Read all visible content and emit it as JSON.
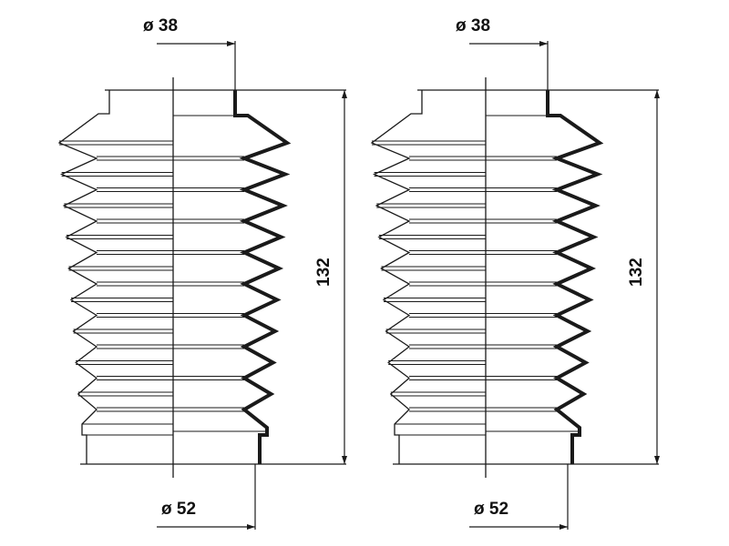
{
  "diagram": {
    "parts": [
      {
        "top_diameter": "ø 38",
        "bottom_diameter": "ø 52",
        "height": "132"
      },
      {
        "top_diameter": "ø 38",
        "bottom_diameter": "ø 52",
        "height": "132"
      }
    ],
    "colors": {
      "line": "#1a1a1a",
      "background": "#ffffff"
    }
  }
}
